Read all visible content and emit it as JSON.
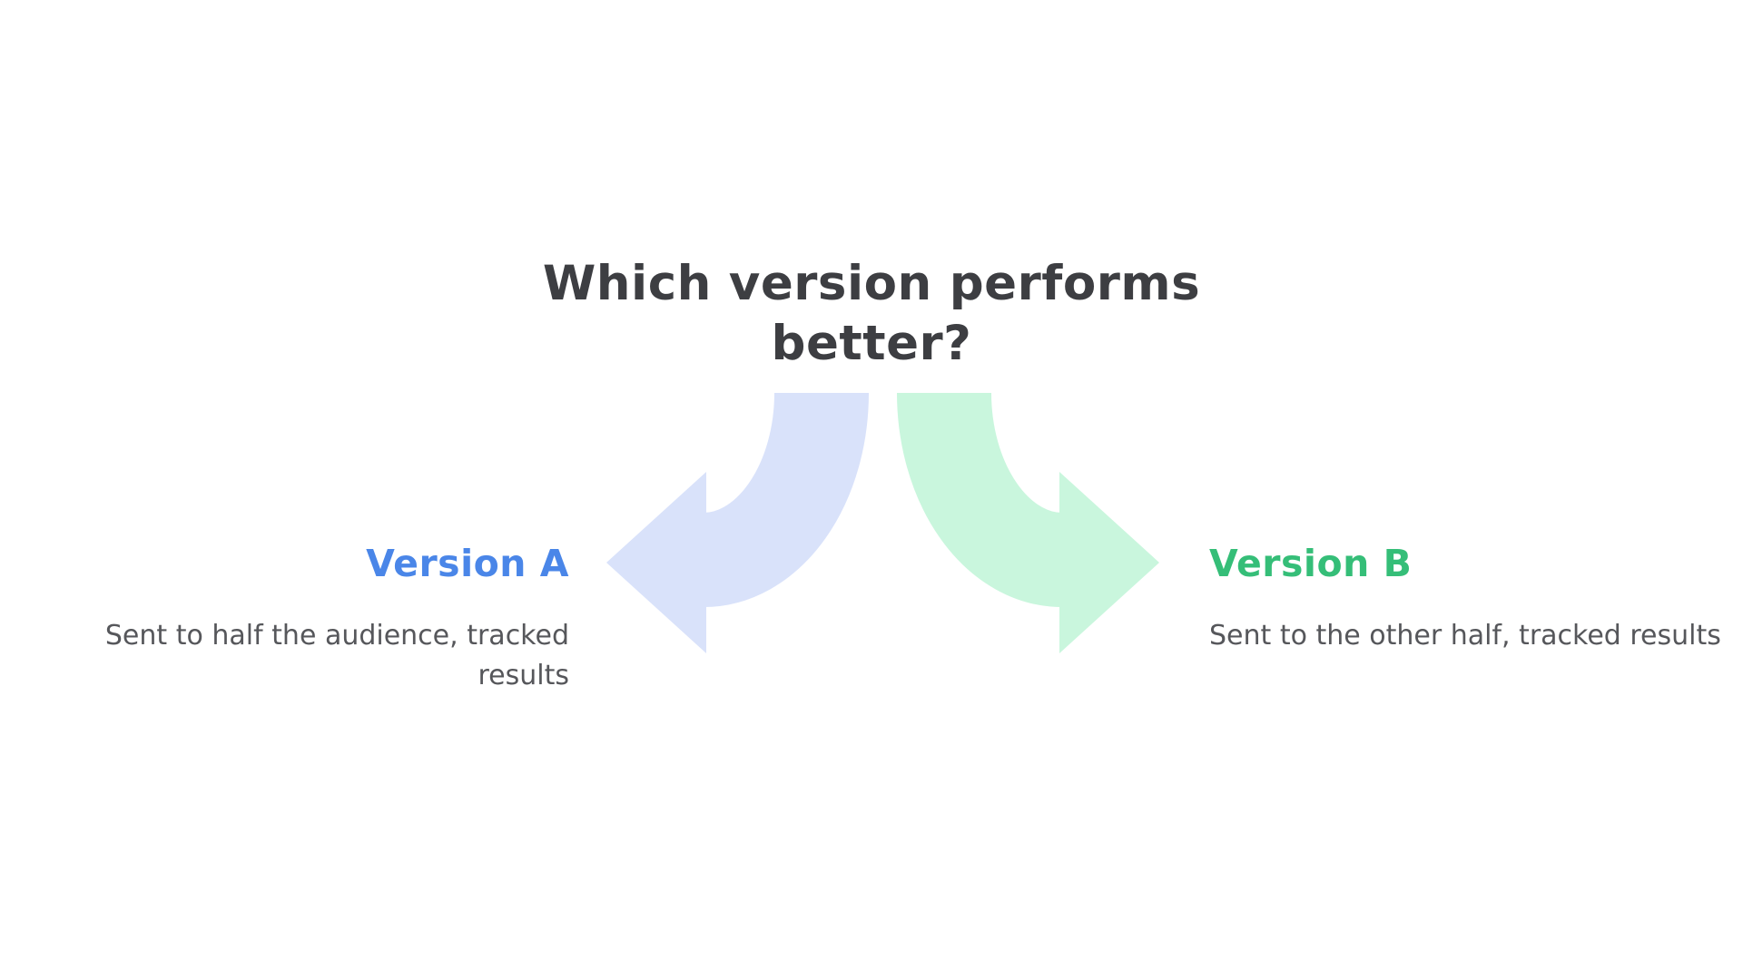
{
  "title": {
    "line1": "Which version performs",
    "line2": "better?"
  },
  "branches": [
    {
      "id": "A",
      "label": "Version A",
      "description": "Sent to half the audience, tracked results",
      "label_color": "#4a86e8",
      "arrow_color": "#d9e2fa",
      "arrow_direction": "left",
      "text_align": "right"
    },
    {
      "id": "B",
      "label": "Version B",
      "description": "Sent to the other half, tracked results",
      "label_color": "#35be78",
      "arrow_color": "#c9f6dd",
      "arrow_direction": "right",
      "text_align": "left"
    }
  ],
  "colors": {
    "background": "#ffffff",
    "title_text": "#3d3e42",
    "body_text": "#56575b",
    "arrow_blue": "#d9e2fa",
    "arrow_green": "#c9f6dd"
  }
}
